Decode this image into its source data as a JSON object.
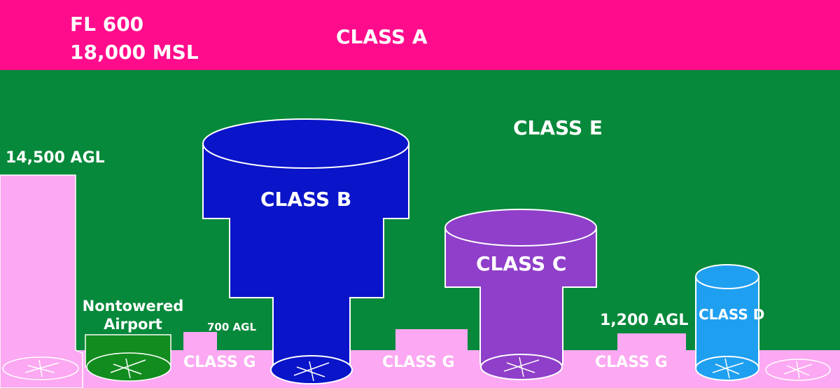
{
  "colors": {
    "class_a": "#ff0c8c",
    "class_e": "#06893a",
    "class_b": "#0a14c8",
    "class_c": "#8f3fc9",
    "class_d": "#1f9ff0",
    "class_g": "#fca8f2",
    "nontowered": "#128c1e",
    "outline": "#ffffff"
  },
  "labels": {
    "fl600": "FL 600",
    "msl": "18,000 MSL",
    "class_a": "CLASS A",
    "class_e": "CLASS E",
    "agl_14500": "14,500 AGL",
    "class_b": "CLASS B",
    "class_c": "CLASS C",
    "class_d": "CLASS D",
    "nontowered_1": "Nontowered",
    "nontowered_2": "Airport",
    "agl_700": "700 AGL",
    "agl_1200": "1,200 AGL",
    "class_g_1": "CLASS G",
    "class_g_2": "CLASS G",
    "class_g_3": "CLASS G"
  }
}
